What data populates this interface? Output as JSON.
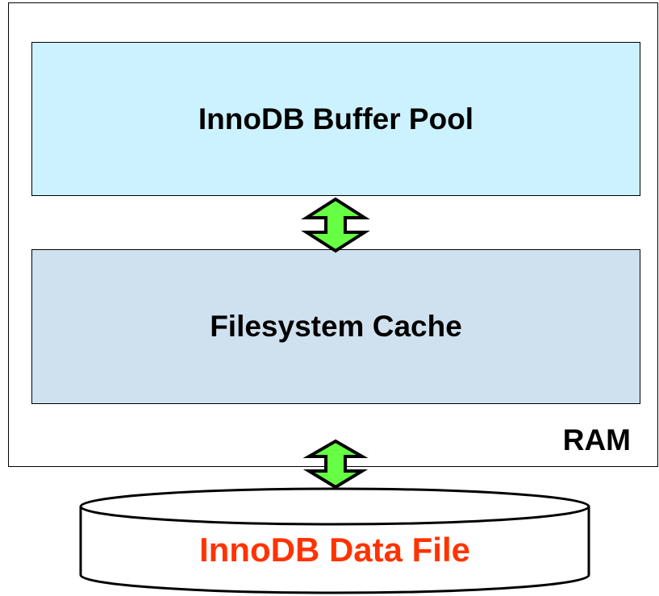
{
  "ram": {
    "label": "RAM"
  },
  "buffer_pool": {
    "label": "InnoDB Buffer Pool",
    "fill": "#ccf2ff"
  },
  "filesystem_cache": {
    "label": "Filesystem Cache",
    "fill": "#cfe1ee"
  },
  "data_file": {
    "label": "InnoDB Data File",
    "text_color": "#ff3300"
  },
  "arrows": {
    "fill": "#66ff44",
    "style": "double-headed vertical"
  }
}
